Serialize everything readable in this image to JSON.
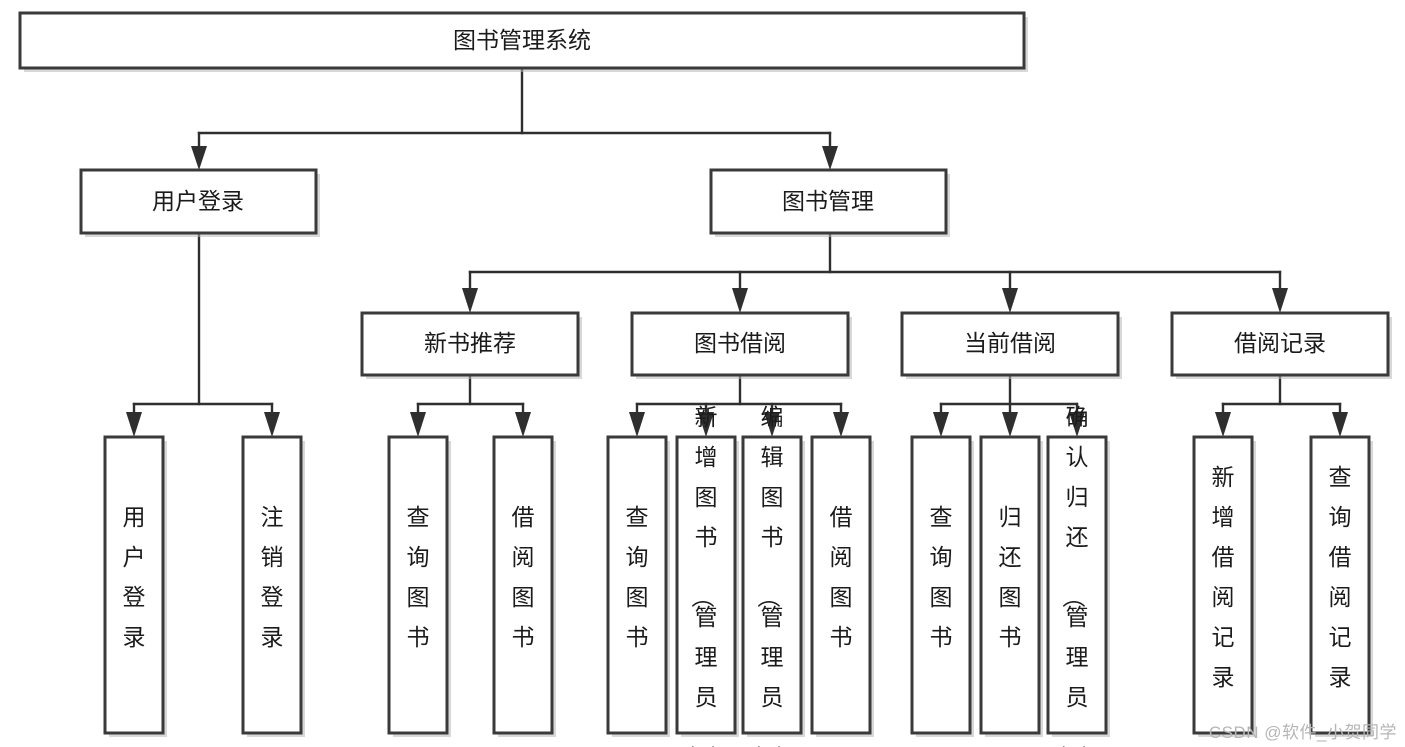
{
  "diagram": {
    "title": "图书管理系统",
    "type": "tree-hierarchy",
    "colors": {
      "box_fill": "#ffffff",
      "box_stroke": "#3a3a3a",
      "connector": "#2f2f2f",
      "text": "#1b1b1b",
      "watermark": "#b6b6b6"
    },
    "root": {
      "label": "图书管理系统"
    },
    "level2": [
      {
        "label": "用户登录"
      },
      {
        "label": "图书管理"
      }
    ],
    "level3": [
      {
        "label": "新书推荐"
      },
      {
        "label": "图书借阅"
      },
      {
        "label": "当前借阅"
      },
      {
        "label": "借阅记录"
      }
    ],
    "leaves": {
      "user_login": [
        {
          "label": "用户登录"
        },
        {
          "label": "注销登录"
        }
      ],
      "new_book_recommend": [
        {
          "label": "查询图书"
        },
        {
          "label": "借阅图书"
        }
      ],
      "book_borrow": [
        {
          "label": "查询图书"
        },
        {
          "label": "新增图书（管理员）"
        },
        {
          "label": "编辑图书（管理员）"
        },
        {
          "label": "借阅图书"
        }
      ],
      "current_borrow": [
        {
          "label": "查询图书"
        },
        {
          "label": "归还图书"
        },
        {
          "label": "确认归还（管理员）"
        }
      ],
      "borrow_record": [
        {
          "label": "新增借阅记录"
        },
        {
          "label": "查询借阅记录"
        }
      ]
    }
  },
  "watermark": {
    "text": "CSDN @软件_小贺同学"
  }
}
